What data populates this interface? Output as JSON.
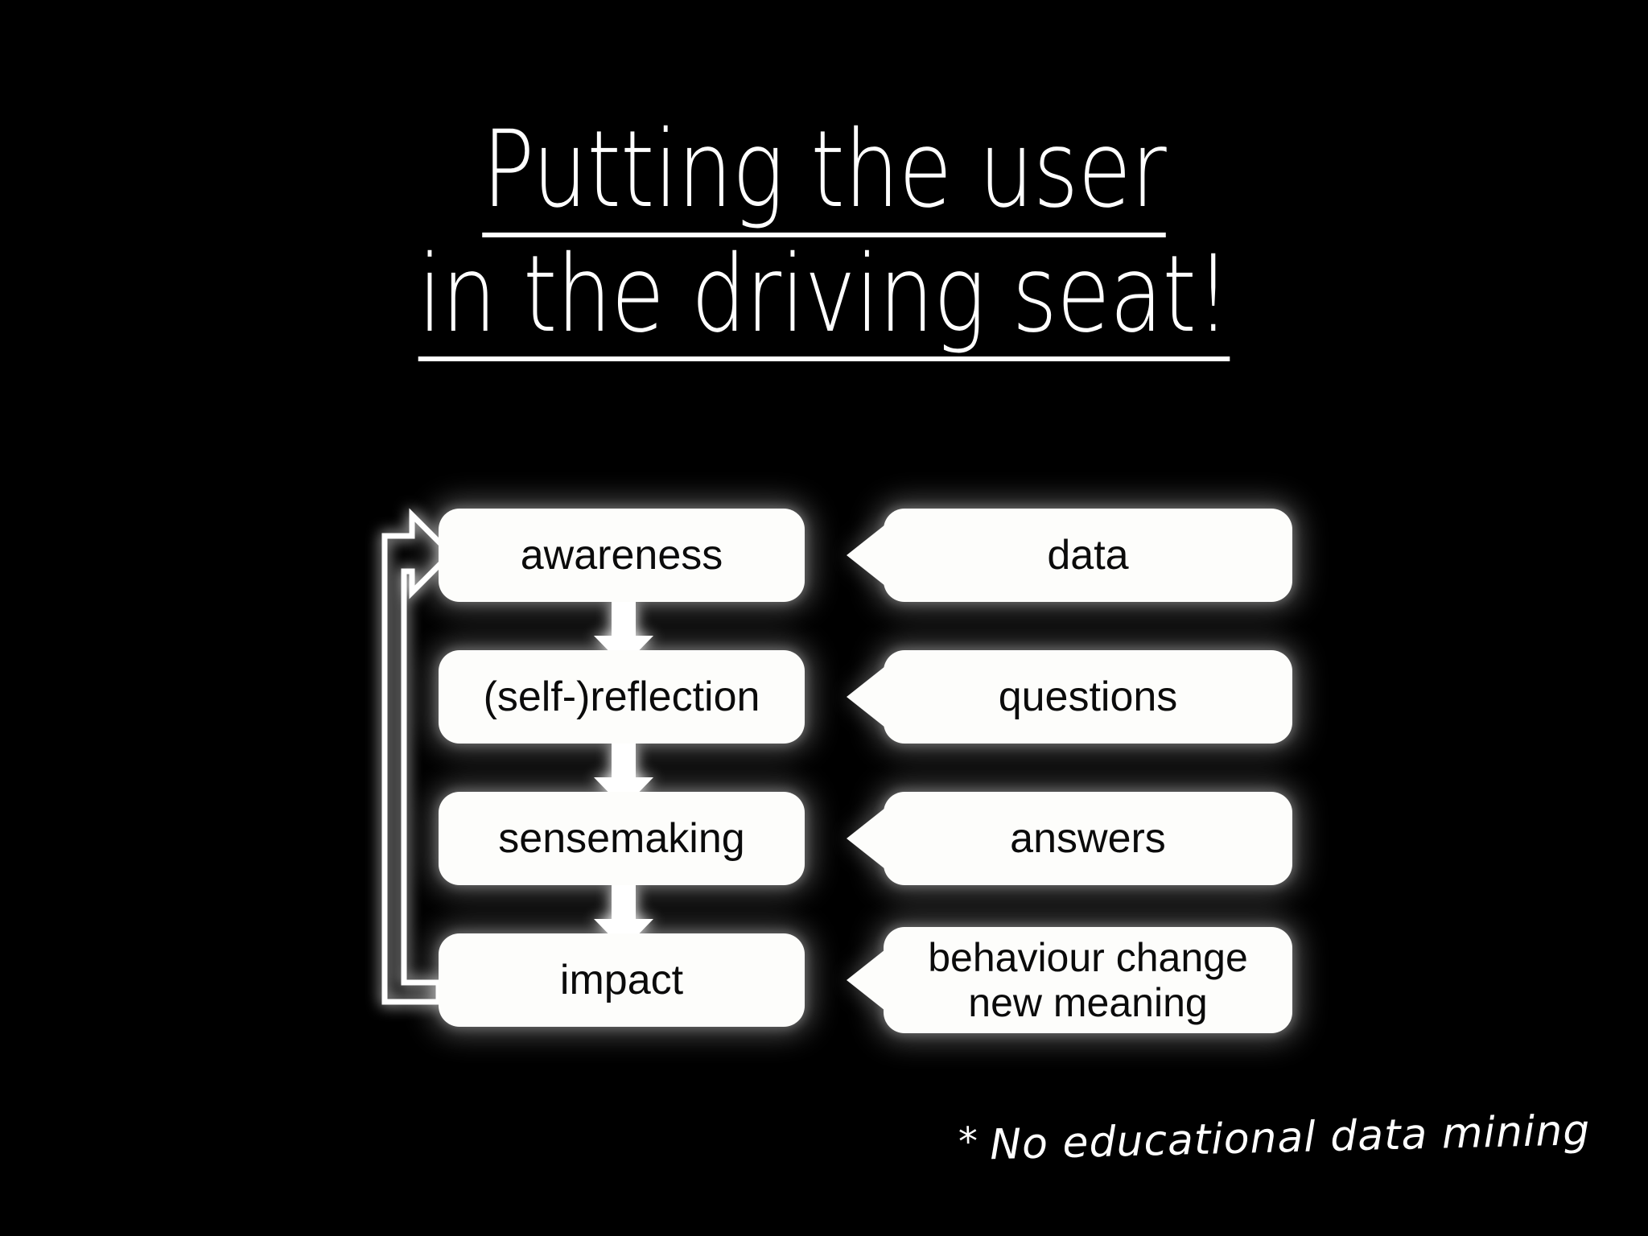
{
  "slide": {
    "background_color": "#000000",
    "text_color": "#ffffff",
    "box_fill_color": "#fdfdfb",
    "box_text_color": "#0b0b0b"
  },
  "title": {
    "line1": "Putting the user ",
    "line2": "in the driving seat!"
  },
  "diagram": {
    "type": "cycle-flow",
    "process_steps": [
      {
        "id": "awareness",
        "label": "awareness"
      },
      {
        "id": "reflection",
        "label": "(self-)reflection"
      },
      {
        "id": "sensemaking",
        "label": "sensemaking"
      },
      {
        "id": "impact",
        "label": "impact"
      }
    ],
    "callouts": [
      {
        "id": "data",
        "target": "awareness",
        "line1": "data",
        "line2": ""
      },
      {
        "id": "questions",
        "target": "reflection",
        "line1": "questions",
        "line2": ""
      },
      {
        "id": "answers",
        "target": "sensemaking",
        "line1": "answers",
        "line2": ""
      },
      {
        "id": "behaviour",
        "target": "impact",
        "line1": "behaviour change",
        "line2": "new meaning"
      }
    ],
    "arrows": {
      "down_arrows": 3,
      "feedback_loop_label": "impact-back-to-awareness"
    }
  },
  "footnote": {
    "marker": "*",
    "text": "No educational data mining"
  }
}
